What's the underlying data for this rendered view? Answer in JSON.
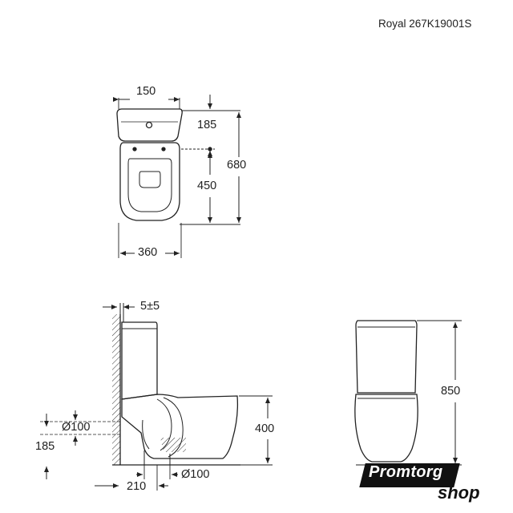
{
  "model_title": "Royal 267K19001S",
  "top_view": {
    "dim_width_top": "150",
    "dim_offset": "185",
    "dim_total_depth": "680",
    "dim_bowl_depth": "450",
    "dim_width_base": "360"
  },
  "side_view": {
    "dim_wall_gap": "5±5",
    "dim_pipe_diameter": "Ø100",
    "dim_inlet_height": "185",
    "dim_bowl_height": "400",
    "dim_outlet_diameter": "Ø100",
    "dim_outlet_offset": "210"
  },
  "front_view": {
    "dim_total_height": "850"
  },
  "watermark": {
    "brand_part1": "Promtorg",
    "brand_part2": "shop"
  }
}
